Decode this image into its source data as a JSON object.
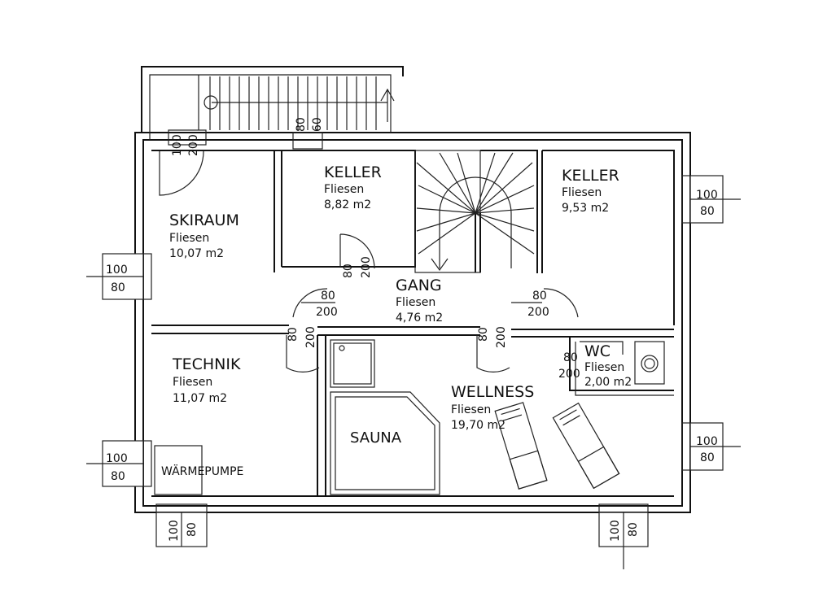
{
  "rooms": {
    "keller1": {
      "name": "KELLER",
      "floor": "Fliesen",
      "area": "8,82 m2"
    },
    "keller2": {
      "name": "KELLER",
      "floor": "Fliesen",
      "area": "9,53 m2"
    },
    "skiraum": {
      "name": "SKIRAUM",
      "floor": "Fliesen",
      "area": "10,07 m2"
    },
    "gang": {
      "name": "GANG",
      "floor": "Fliesen",
      "area": "4,76 m2"
    },
    "technik": {
      "name": "TECHNIK",
      "floor": "Fliesen",
      "area": "11,07 m2"
    },
    "wellness": {
      "name": "WELLNESS",
      "floor": "Fliesen",
      "area": "19,70 m2"
    },
    "wc": {
      "name": "WC",
      "floor": "Fliesen",
      "area": "2,00 m2"
    }
  },
  "fixtures": {
    "sauna": "SAUNA",
    "waermepumpe": "WÄRMEPUMPE"
  },
  "dimensions": {
    "d100": "100",
    "d80": "80",
    "d200": "200",
    "d60": "60"
  }
}
